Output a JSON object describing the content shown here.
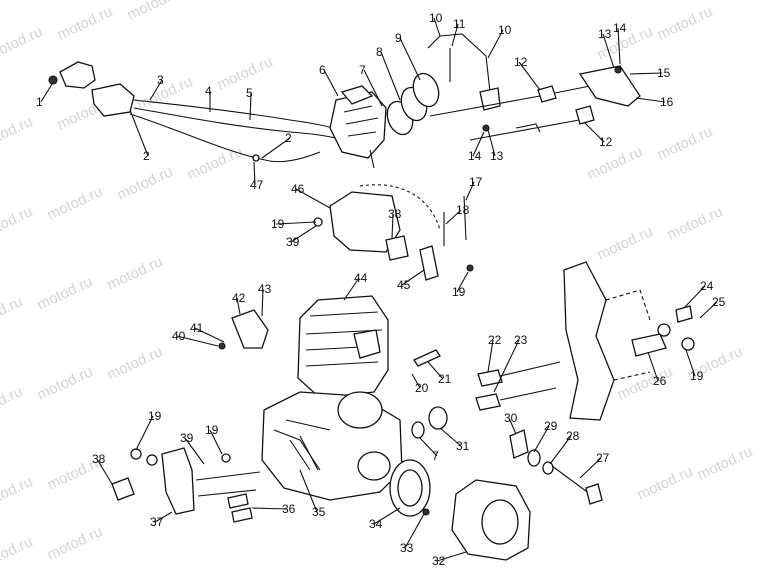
{
  "watermark": "motod.ru",
  "callouts": [
    "1",
    "2",
    "2",
    "3",
    "4",
    "5",
    "6",
    "7",
    "8",
    "9",
    "10",
    "10",
    "11",
    "12",
    "12",
    "13",
    "13",
    "14",
    "14",
    "15",
    "16",
    "17",
    "18",
    "19",
    "19",
    "19",
    "19",
    "19",
    "20",
    "21",
    "22",
    "23",
    "24",
    "25",
    "26",
    "27",
    "28",
    "29",
    "30",
    "31",
    "7",
    "32",
    "33",
    "34",
    "35",
    "36",
    "37",
    "38",
    "38",
    "39",
    "39",
    "40",
    "41",
    "42",
    "43",
    "44",
    "45",
    "46",
    "47"
  ]
}
